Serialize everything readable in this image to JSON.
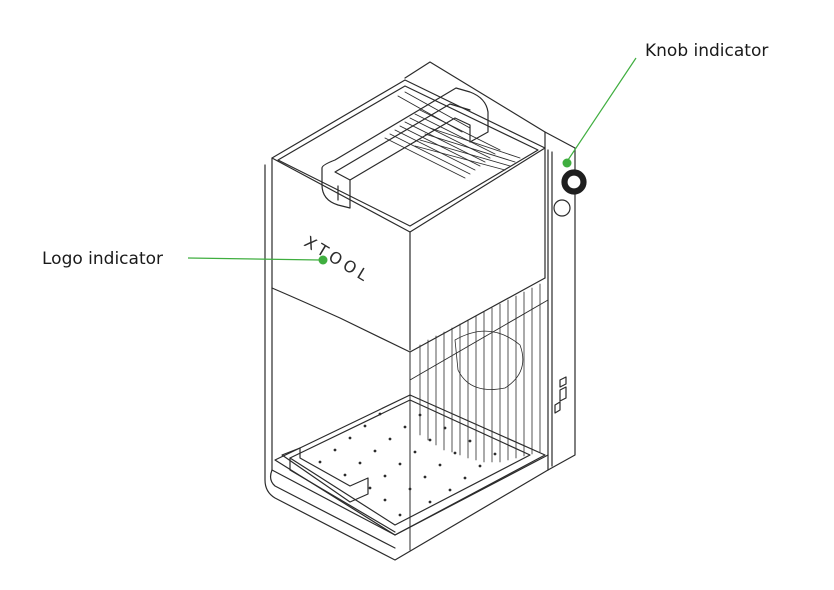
{
  "diagram": {
    "logo_text": "XTOOL",
    "colors": {
      "outline": "#2b2b2b",
      "indicator": "#3fae3f",
      "leader": "#3fae3f",
      "label": "#1a1a1a",
      "background": "#ffffff"
    },
    "callouts": [
      {
        "id": "logo",
        "label": "Logo indicator"
      },
      {
        "id": "knob",
        "label": "Knob indicator"
      }
    ]
  }
}
